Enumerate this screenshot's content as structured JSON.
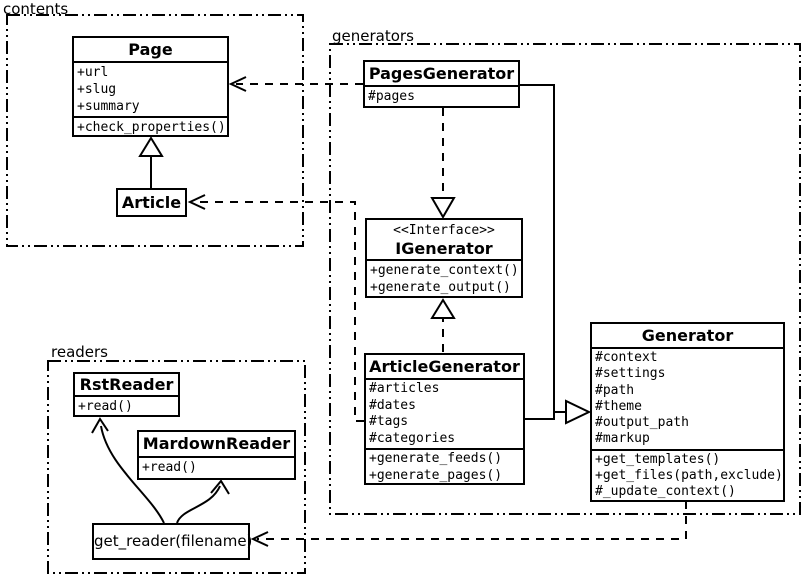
{
  "packages": {
    "contents": {
      "label": "contents"
    },
    "generators": {
      "label": "generators"
    },
    "readers": {
      "label": "readers"
    }
  },
  "classes": {
    "page": {
      "name": "Page",
      "attributes": [
        "+url",
        "+slug",
        "+summary"
      ],
      "methods": [
        "+check_properties()"
      ]
    },
    "article": {
      "name": "Article"
    },
    "pages_generator": {
      "name": "PagesGenerator",
      "attributes": [
        "#pages"
      ]
    },
    "igenerator": {
      "stereotype": "<<Interface>>",
      "name": "IGenerator",
      "methods": [
        "+generate_context()",
        "+generate_output()"
      ]
    },
    "article_generator": {
      "name": "ArticleGenerator",
      "attributes": [
        "#articles",
        "#dates",
        "#tags",
        "#categories"
      ],
      "methods": [
        "+generate_feeds()",
        "+generate_pages()"
      ]
    },
    "generator": {
      "name": "Generator",
      "attributes": [
        "#context",
        "#settings",
        "#path",
        "#theme",
        "#output_path",
        "#markup"
      ],
      "methods": [
        "+get_templates()",
        "+get_files(path,exclude)",
        "#_update_context()"
      ]
    },
    "rst_reader": {
      "name": "RstReader",
      "methods": [
        "+read()"
      ]
    },
    "mardown_reader": {
      "name": "MardownReader",
      "methods": [
        "+read()"
      ]
    },
    "get_reader": {
      "label": "get_reader(filename)"
    }
  },
  "relationships": [
    {
      "from": "Article",
      "to": "Page",
      "type": "inheritance",
      "line": "solid-hollow-triangle"
    },
    {
      "from": "PagesGenerator",
      "to": "Page",
      "type": "dependency",
      "line": "dashed-open-arrow"
    },
    {
      "from": "ArticleGenerator",
      "to": "Article",
      "type": "dependency",
      "line": "dashed-open-arrow"
    },
    {
      "from": "PagesGenerator",
      "to": "IGenerator",
      "type": "realization",
      "line": "dashed-hollow-triangle"
    },
    {
      "from": "ArticleGenerator",
      "to": "IGenerator",
      "type": "realization",
      "line": "dashed-hollow-triangle"
    },
    {
      "from": "PagesGenerator",
      "to": "Generator",
      "type": "inheritance",
      "line": "solid-hollow-triangle"
    },
    {
      "from": "ArticleGenerator",
      "to": "Generator",
      "type": "inheritance",
      "line": "solid-hollow-triangle"
    },
    {
      "from": "Generator",
      "to": "get_reader(filename)",
      "type": "dependency",
      "line": "dashed-open-arrow"
    },
    {
      "from": "get_reader(filename)",
      "to": "RstReader",
      "type": "call",
      "line": "curved-open-arrow"
    },
    {
      "from": "get_reader(filename)",
      "to": "MardownReader",
      "type": "call",
      "line": "curved-open-arrow"
    }
  ],
  "colors": {
    "line": "#000000",
    "background": "#ffffff",
    "box_fill": "#ffffff"
  }
}
